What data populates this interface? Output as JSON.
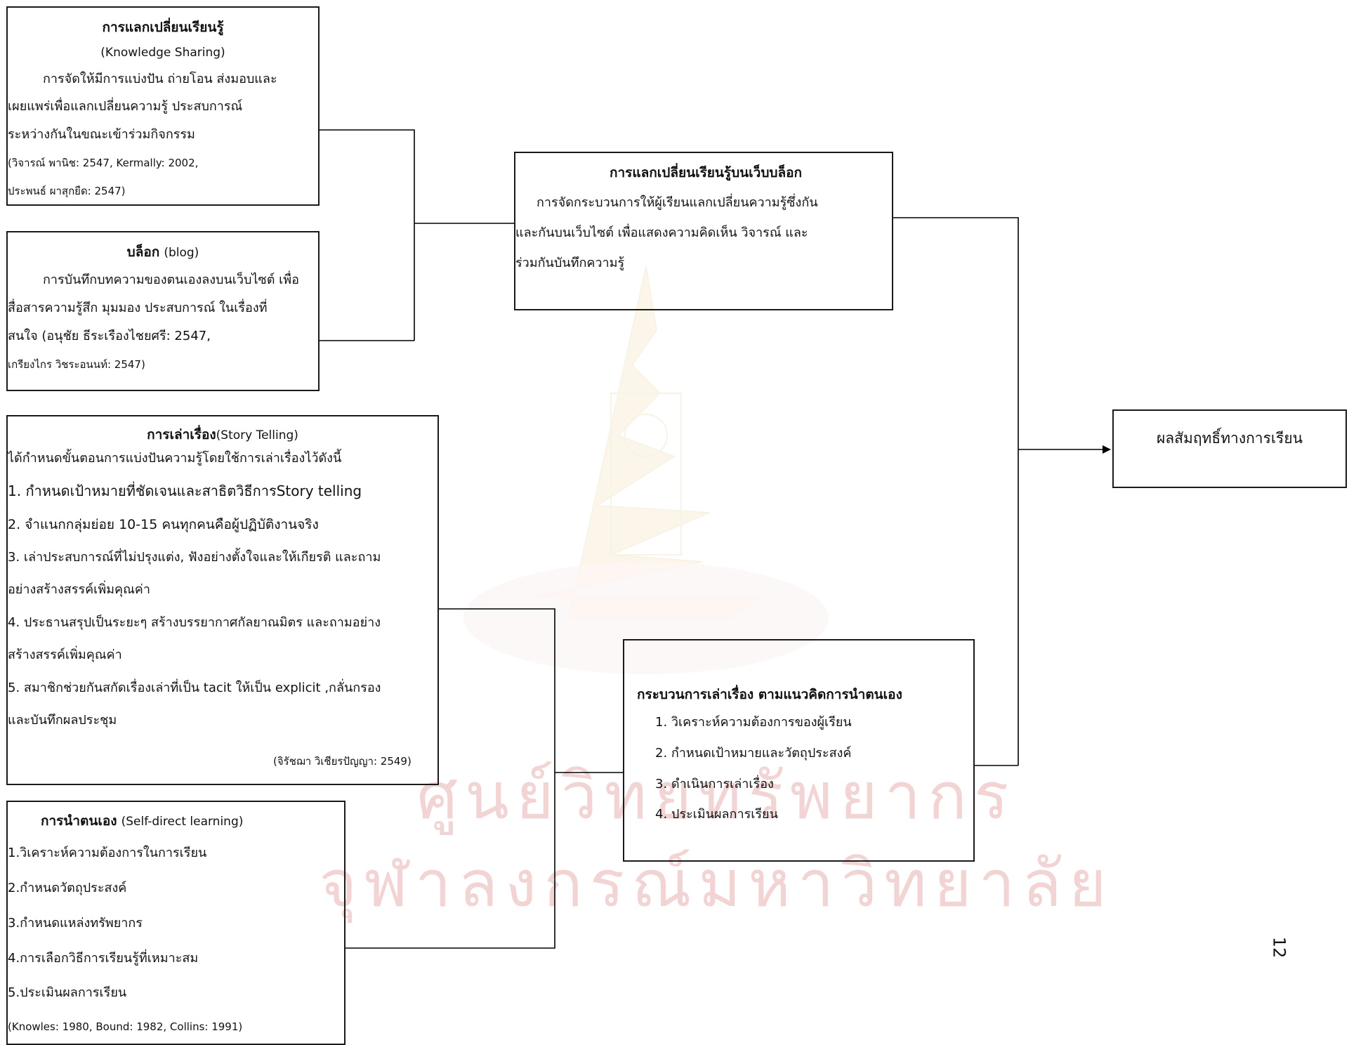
{
  "box_ks": {
    "title": "การแลกเปลี่ยนเรียนรู้",
    "subtitle": "(Knowledge Sharing)",
    "lines": [
      "การจัดให้มีการแบ่งปัน ถ่ายโอน ส่งมอบและ",
      "เผยแพร่เพื่อแลกเปลี่ยนความรู้ ประสบการณ์",
      "ระหว่างกันในขณะเข้าร่วมกิจกรรม",
      "(วิจารณ์ พานิช: 2547, Kermally: 2002,",
      "ประพนธ์ ผาสุกยืด: 2547)"
    ]
  },
  "box_blog": {
    "title_th": "บล็อก",
    "title_en": "(blog)",
    "lines": [
      "การบันทึกบทความของตนเองลงบนเว็บไซต์ เพื่อ",
      "สื่อสารความรู้สึก มุมมอง ประสบการณ์ ในเรื่องที่",
      "สนใจ (อนุชัย ธีระเรืองไชยศรี: 2547,",
      "เกรียงไกร วิชระอนนท์: 2547)"
    ]
  },
  "box_story": {
    "title_th": "การเล่าเรื่อง",
    "title_en": "(Story Telling)",
    "intro": "ได้กำหนดขั้นตอนการแบ่งปันความรู้โดยใช้การเล่าเรื่องไว้ดังนี้",
    "lines": [
      "1. กำหนดเป้าหมายที่ชัดเจนและสาธิตวิธีการStory telling",
      "2. จำแนกกลุ่มย่อย 10-15 คนทุกคนคือผู้ปฏิบัติงานจริง",
      "3. เล่าประสบการณ์ที่ไม่ปรุงแต่ง, ฟังอย่างตั้งใจและให้เกียรติ และถาม",
      "อย่างสร้างสรรค์เพิ่มคุณค่า",
      "4. ประธานสรุปเป็นระยะๆ สร้างบรรยากาศกัลยาณมิตร และถามอย่าง",
      "สร้างสรรค์เพิ่มคุณค่า",
      "5. สมาชิกช่วยกันสกัดเรื่องเล่าที่เป็น tacit ให้เป็น explicit ,กลั่นกรอง",
      "และบันทึกผลประชุม"
    ],
    "citation": "(จิรัชฌา วิเชียรปัญญา: 2549)"
  },
  "box_self": {
    "title_th": "การนำตนเอง",
    "title_en": "(Self-direct learning)",
    "lines": [
      "1.วิเคราะห์ความต้องการในการเรียน",
      "2.กำหนดวัตถุประสงค์",
      "3.กำหนดแหล่งทรัพยากร",
      "4.การเลือกวิธีการเรียนรู้ที่เหมาะสม",
      "5.ประเมินผลการเรียน"
    ],
    "citation": "(Knowles: 1980, Bound: 1982, Collins: 1991)"
  },
  "box_blog_ks": {
    "title": "การแลกเปลี่ยนเรียนรู้บนเว็บบล็อก",
    "lines": [
      "การจัดกระบวนการให้ผู้เรียนแลกเปลี่ยนความรู้ซึ่งกัน",
      "และกันบนเว็บไซต์ เพื่อแสดงความคิดเห็น วิจารณ์ และ",
      "ร่วมกันบันทึกความรู้"
    ]
  },
  "box_process": {
    "title": "กระบวนการเล่าเรื่อง ตามแนวคิดการนำตนเอง",
    "lines": [
      "1. วิเคราะห์ความต้องการของผู้เรียน",
      "2. กำหนดเป้าหมายและวัตถุประสงค์",
      "3. ดำเนินการเล่าเรื่อง",
      "4. ประเมินผลการเรียน"
    ]
  },
  "box_outcome": {
    "label": "ผลสัมฤทธิ์ทางการเรียน"
  },
  "watermark": {
    "line1": "ศูนย์วิทยทรัพยากร",
    "line2": "จุฬาลงกรณ์มหาวิทยาลัย"
  },
  "page_number": "12"
}
